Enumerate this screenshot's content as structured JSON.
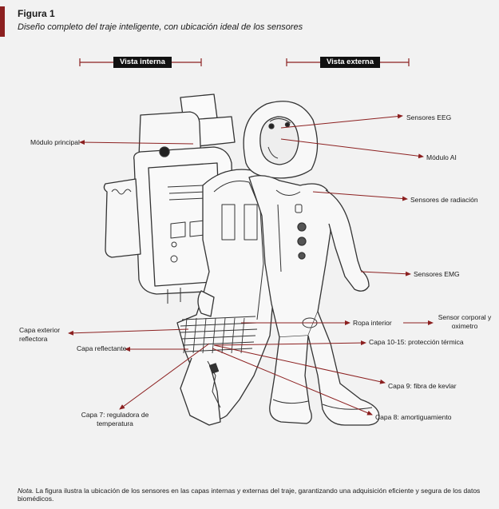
{
  "figure": {
    "number": "Figura 1",
    "title": "Diseño completo del traje inteligente, con ubicación ideal de los sensores"
  },
  "views": {
    "internal": "Vista interna",
    "external": "Vista externa"
  },
  "labels": {
    "modulo_principal": "Módulo principal",
    "sensores_eeg": "Sensores EEG",
    "modulo_ai": "Módulo AI",
    "sensores_radiacion": "Sensores de radiación",
    "sensores_emg": "Sensores EMG",
    "ropa_interior": "Ropa interior",
    "sensor_corporal": "Sensor corporal y oximetro",
    "capa_exterior": "Capa exterior reflectora",
    "capa_reflectante": "Capa reflectante",
    "capa_10_15": "Capa 10-15: protección térmica",
    "capa_9": "Capa 9: fibra de kevlar",
    "capa_8": "Capa 8: amortiguamiento",
    "capa_7": "Capa 7: reguladora de temperatura"
  },
  "note": {
    "prefix": "Nota.",
    "text": " La figura ilustra la ubicación de los sensores en las capas internas y externas del traje, garantizando una adquisición eficiente y segura de los datos biomédicos."
  },
  "colors": {
    "accent": "#8c2020",
    "arrow": "#8c2020",
    "line_art": "#333333"
  }
}
